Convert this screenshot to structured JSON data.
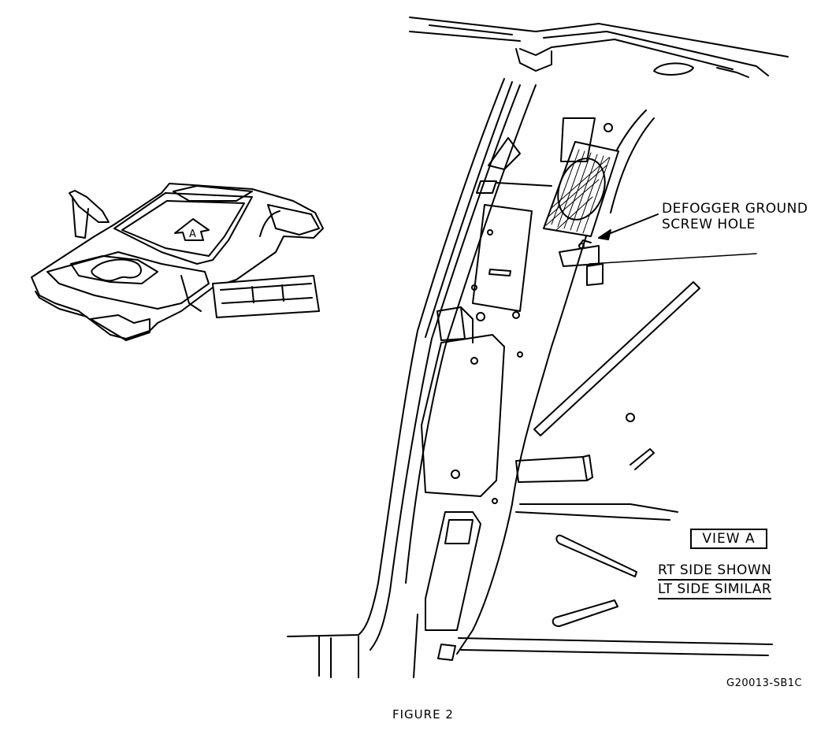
{
  "callout": {
    "line1": "DEFOGGER GROUND",
    "line2": "SCREW HOLE"
  },
  "view_label": "VIEW A",
  "inset_marker": "A",
  "notes": {
    "line1": "RT SIDE SHOWN",
    "line2": "LT SIDE SIMILAR"
  },
  "drawing_code": "G20013-SB1C",
  "caption": "FIGURE 2"
}
